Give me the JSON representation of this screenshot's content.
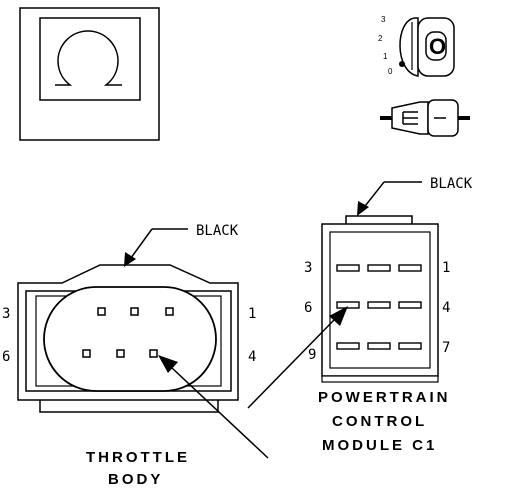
{
  "legend_symbol": "omega-style connector view symbol",
  "key_labels": {
    "k3": "3",
    "k2": "2",
    "k1": "1",
    "k0": "0"
  },
  "key_letter": "O",
  "labels": {
    "black_top": "BLACK",
    "black_left": "BLACK"
  },
  "throttle_body": {
    "pins_left": {
      "top": "3",
      "bottom": "6"
    },
    "pins_right": {
      "top": "1",
      "bottom": "4"
    },
    "title_line1": "THROTTLE",
    "title_line2": "BODY"
  },
  "pcm": {
    "pins_left": {
      "top": "3",
      "mid": "6",
      "bottom": "9"
    },
    "pins_right": {
      "top": "1",
      "mid": "4",
      "bottom": "7"
    },
    "title_line1": "POWERTRAIN",
    "title_line2": "CONTROL",
    "title_line3": "MODULE C1"
  },
  "colors": {
    "ink": "#000000",
    "background": "#ffffff"
  }
}
